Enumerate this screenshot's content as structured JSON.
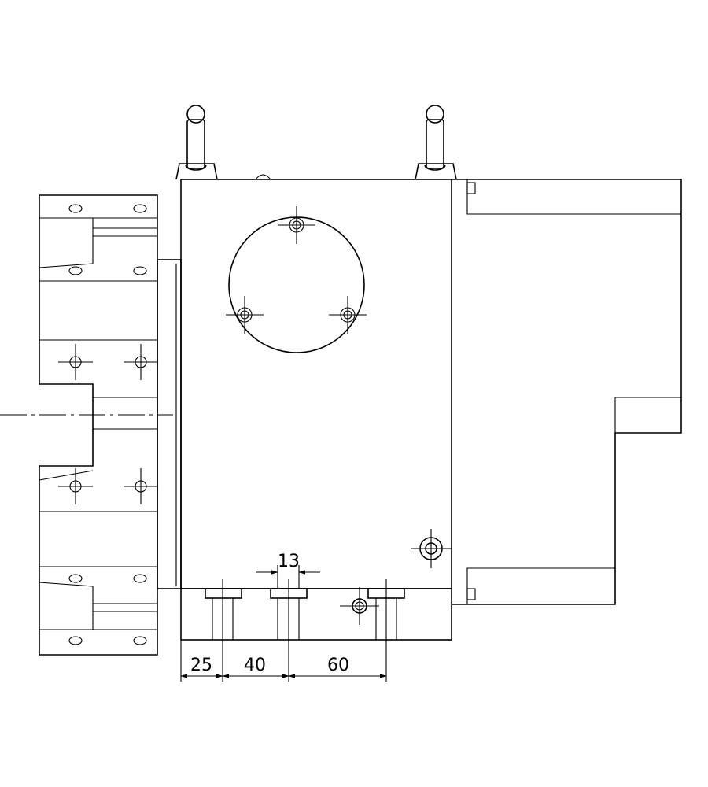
{
  "dimensions": {
    "small_gap": "13",
    "d1": "25",
    "d2": "40",
    "d3": "60"
  }
}
